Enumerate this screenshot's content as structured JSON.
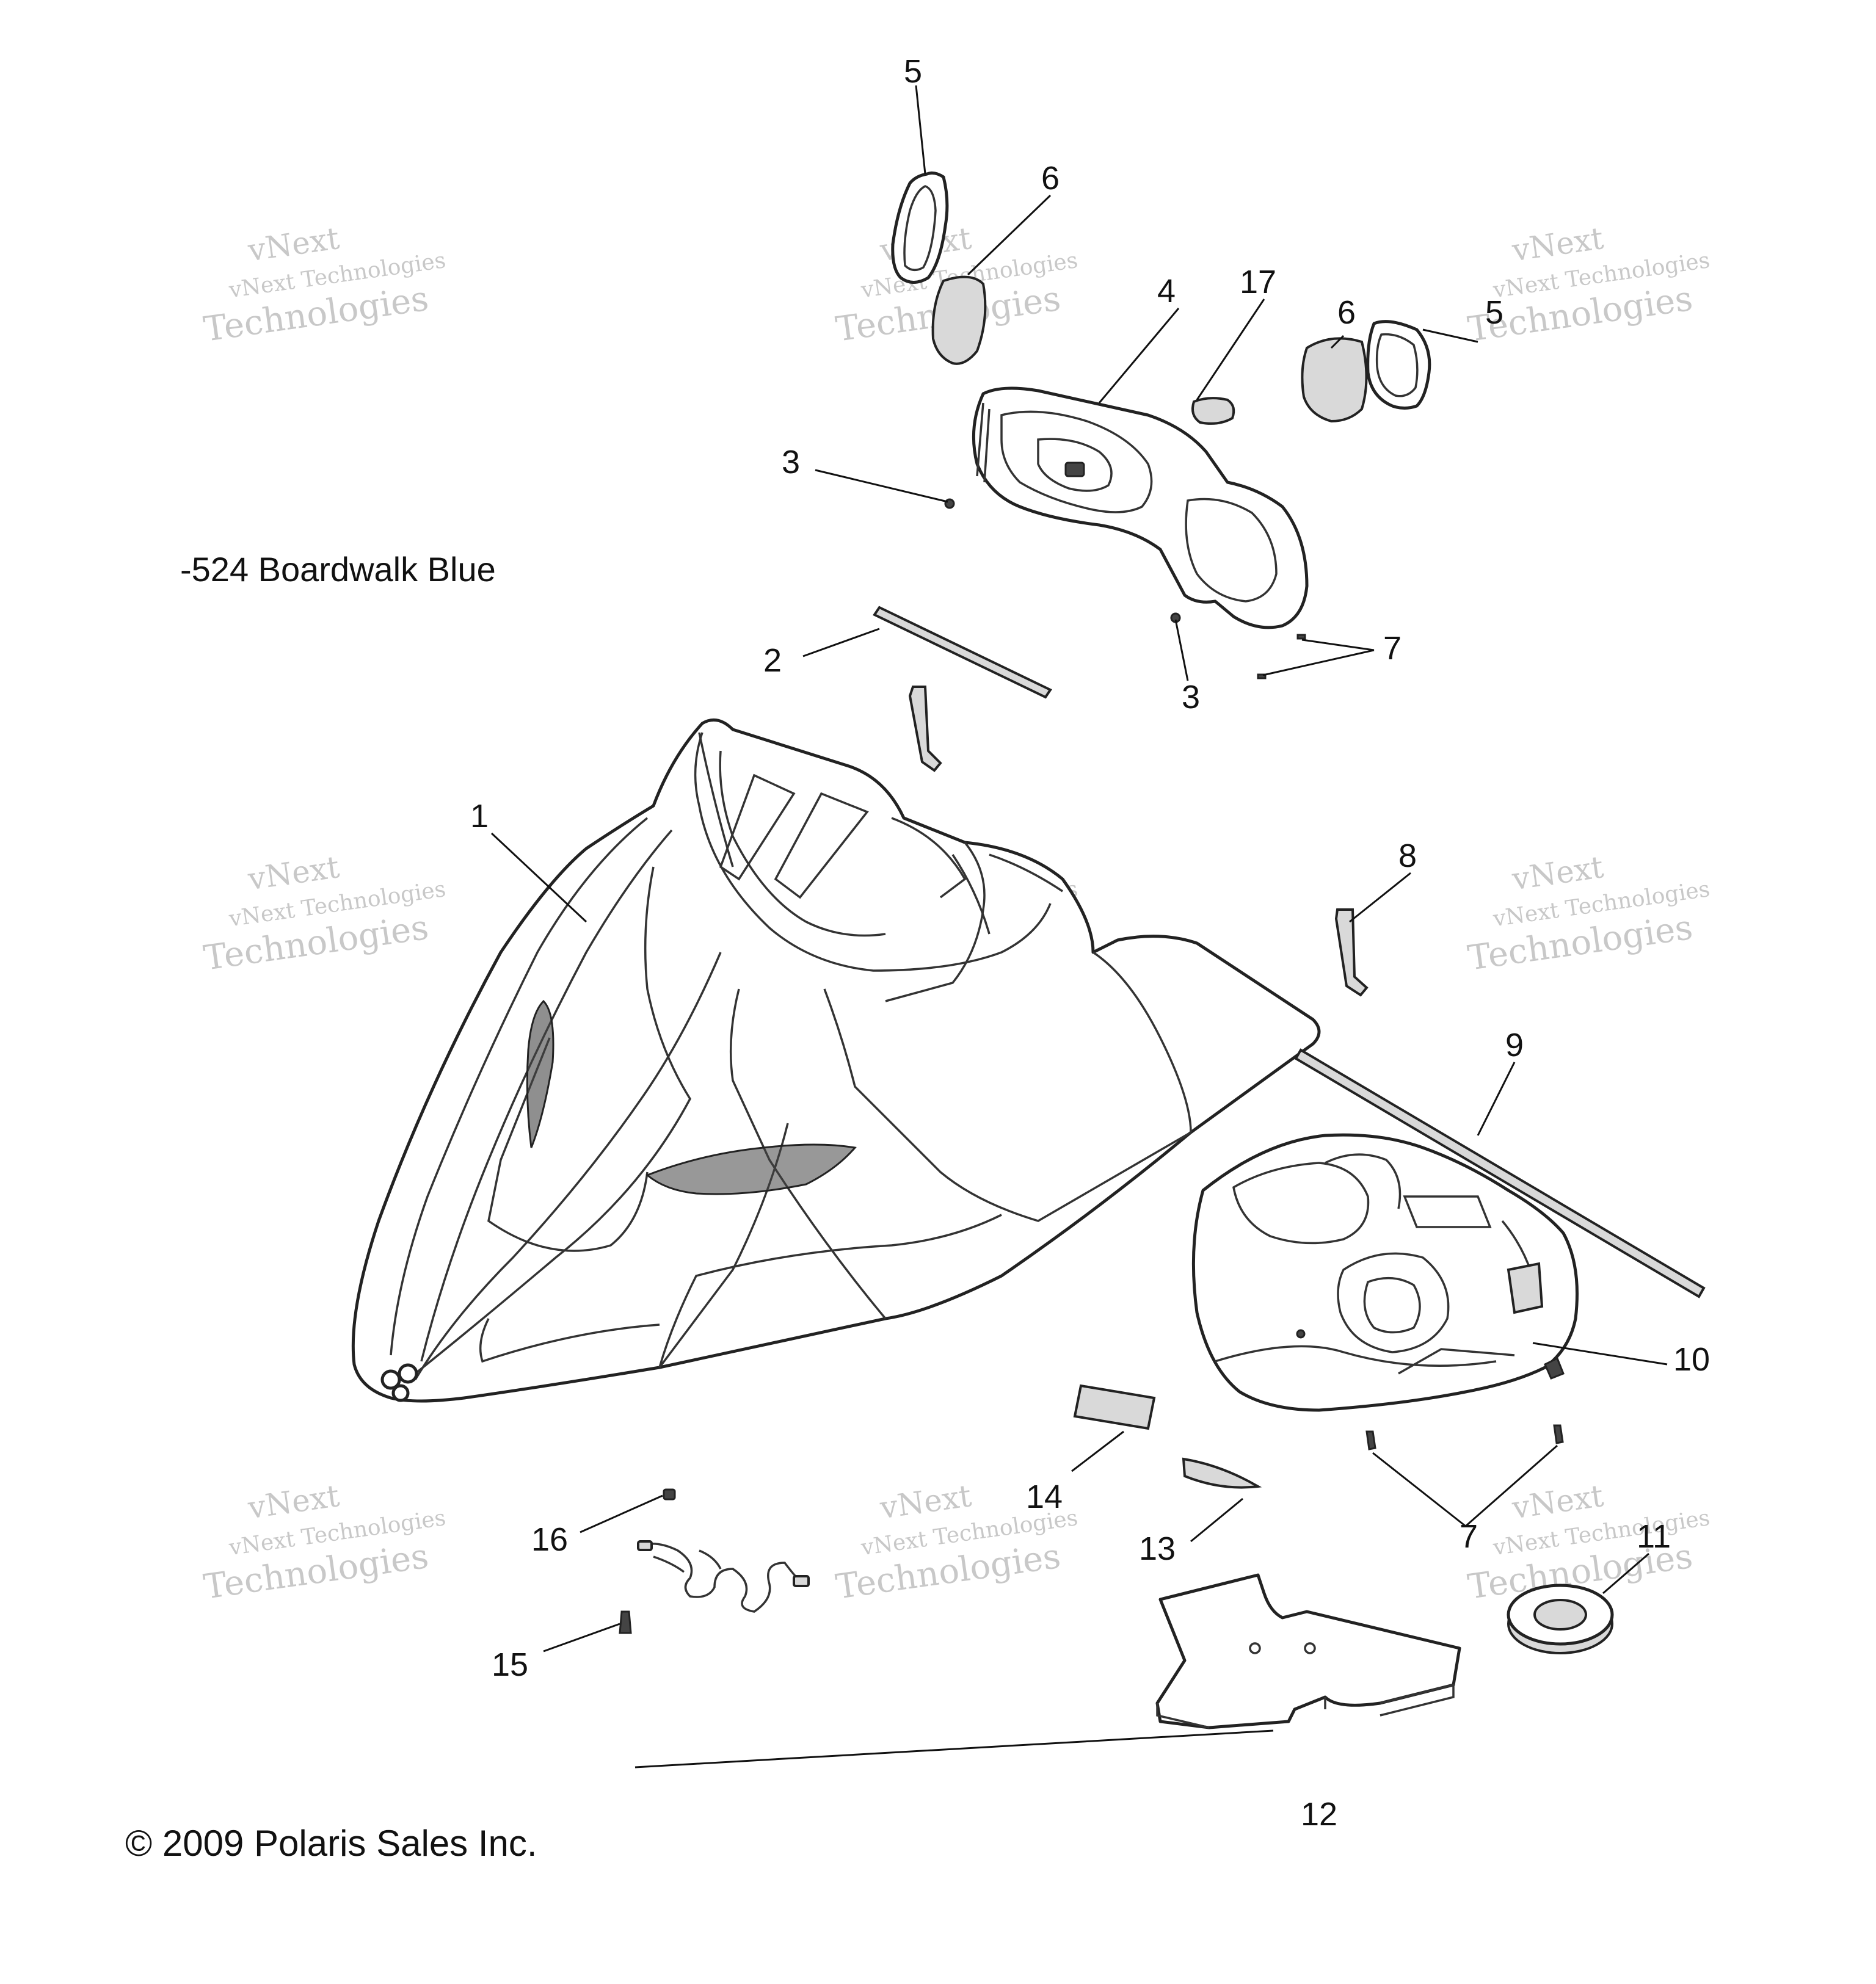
{
  "diagram": {
    "variant_label": "-524 Boardwalk Blue",
    "copyright": "© 2009 Polaris Sales Inc.",
    "watermark": {
      "line1": "vNext",
      "line2": "vNext Technologies",
      "line3": "Technologies"
    },
    "callouts": [
      "5",
      "6",
      "4",
      "17",
      "6",
      "5",
      "3",
      "2",
      "3",
      "7",
      "1",
      "8",
      "9",
      "10",
      "14",
      "13",
      "7",
      "11",
      "16",
      "15",
      "12"
    ]
  }
}
